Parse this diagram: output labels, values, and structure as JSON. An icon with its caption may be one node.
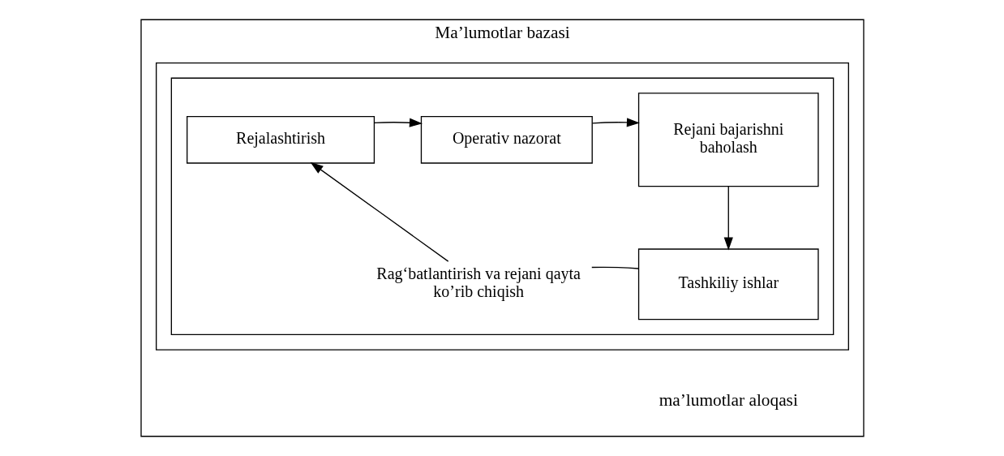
{
  "diagram": {
    "nodes": [
      {
        "text": [
          "Ma’lumotlar bazasi",
          "ma’lumotlar aloqasi"
        ]
      },
      {
        "text": [],
        "shape": "box",
        "in": 0
      },
      {
        "text": [],
        "shape": "box",
        "in": 1
      },
      {
        "text": [
          "Rejalashtirish"
        ],
        "in": 2
      },
      {
        "text": [
          "Operativ nazorat"
        ],
        "in": 2
      },
      {
        "text": [
          "Rejani bajarishni baholash"
        ],
        "in": 2
      },
      {
        "text": [
          "Tashkiliy ishlar"
        ],
        "in": 2
      },
      {
        "text": [
          "Rag‘batlantirish va rejani qayta ko’rib chiqish"
        ],
        "in": 2
      }
    ],
    "edges": [
      {
        "from": 3,
        "to": 4,
        "arrow": "to"
      },
      {
        "from": 4,
        "to": 5,
        "arrow": "to"
      },
      {
        "from": 5,
        "to": 6,
        "arrow": "to"
      },
      {
        "from": 6,
        "to": 7,
        "arrow": "none"
      },
      {
        "from": 7,
        "to": 3,
        "arrow": "to"
      }
    ]
  }
}
